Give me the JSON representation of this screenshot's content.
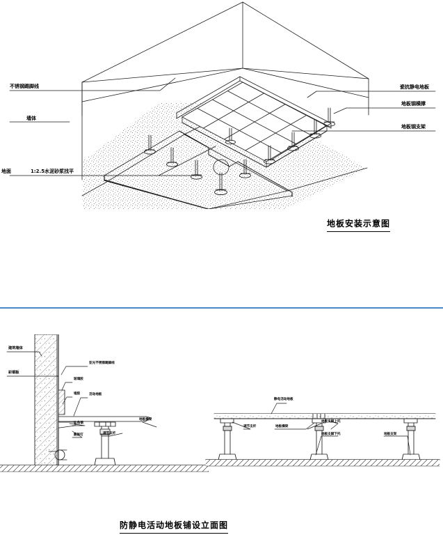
{
  "document": {
    "type": "cad-technical-drawing",
    "subject": "防静电活动地板安装详图",
    "colors": {
      "line": "#1a1a1a",
      "divider": "#4a86c8",
      "background": "#ffffff",
      "hatch": "#2b2b2b",
      "stipple": "#3a3a3a"
    }
  },
  "figure_top": {
    "caption": "地板安装示意图",
    "left_labels": [
      {
        "text": "不锈钢踢脚线"
      },
      {
        "text": "墙体"
      },
      {
        "text": "地面"
      },
      {
        "text": "1:2.5水泥砂浆找平"
      }
    ],
    "right_labels": [
      {
        "text": "瓷抗静电地板"
      },
      {
        "text": "地板钢横撑"
      },
      {
        "text": "地板钢支架"
      }
    ],
    "floor_grid": {
      "cols": 4,
      "rows": 4,
      "pedestal_count": 10
    }
  },
  "figure_bottom": {
    "caption": "防静电活动地板铺设立面图",
    "section_left": {
      "labels": [
        {
          "text": "建筑墙体"
        },
        {
          "text": "彩钢板"
        },
        {
          "text": "亚光不锈钢踢脚线"
        },
        {
          "text": "玻璃胶"
        },
        {
          "text": "墙胶"
        },
        {
          "text": "活动地板"
        },
        {
          "text": "边角钢"
        },
        {
          "text": "膨胀钉"
        },
        {
          "text": "调节支杆"
        },
        {
          "text": "地板横梁"
        }
      ]
    },
    "elevation_right": {
      "labels": [
        {
          "text": "静电活动地板"
        },
        {
          "text": "调节支杆"
        },
        {
          "text": "地板横梁"
        },
        {
          "text": "地板支脚上托"
        },
        {
          "text": "地板支脚下托"
        },
        {
          "text": "地板支架"
        }
      ],
      "pedestal_count": 3
    }
  }
}
